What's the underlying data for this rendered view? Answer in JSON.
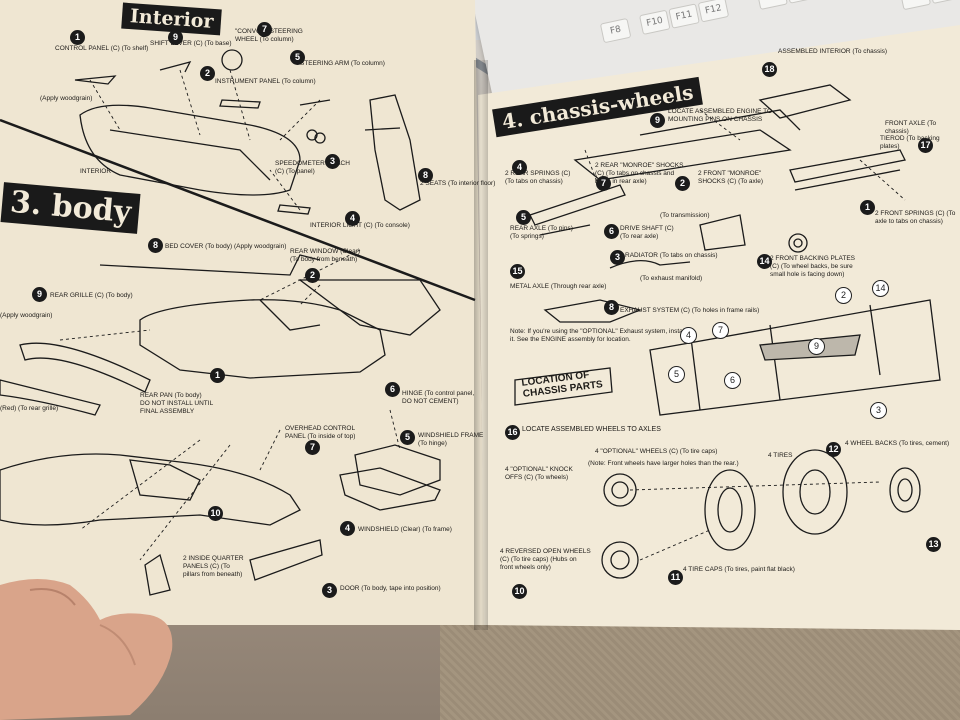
{
  "keyboard": {
    "keys": [
      "F8",
      "F10",
      "F11",
      "F12"
    ]
  },
  "left_page": {
    "section_interior": "Interior",
    "section_body": "3. body",
    "labels": {
      "control_panel": "CONTROL PANEL (C) (To shelf)",
      "shift_lever": "SHIFT LEVER (C) (To base)",
      "convoy_wheel": "\"CONVOY\" STEERING\nWHEEL (To column)",
      "instrument_panel": "INSTRUMENT PANEL (To column)",
      "steering_arm": "STEERING ARM (To column)",
      "apply_woodgrain": "(Apply woodgrain)",
      "interior": "INTERIOR",
      "speedometer": "SPEEDOMETER & TACH\n(C) (To panel)",
      "seats": "2 SEATS (To interior floor)",
      "interior_light": "INTERIOR LIGHT (C) (To console)",
      "bed_cover": "BED COVER (To body) (Apply woodgrain)",
      "rear_window": "REAR WINDOW (Clear)\n(To body from beneath)",
      "rear_grille": "REAR GRILLE (C) (To body)",
      "apply_woodgrain_2": "(Apply woodgrain)",
      "rear_pan": "REAR PAN (To body)\nDO NOT INSTALL UNTIL\nFINAL ASSEMBLY",
      "red_to_grille": "(Red) (To rear grille)",
      "hinge": "HINGE (To control panel,\nDO NOT CEMENT)",
      "overhead_panel": "OVERHEAD CONTROL\nPANEL (To inside of top)",
      "windshield_frame": "WINDSHIELD FRAME\n(To hinge)",
      "windshield": "WINDSHIELD (Clear) (To frame)",
      "quarter_panels": "2 INSIDE QUARTER\nPANELS (C) (To\npillars from beneath)",
      "door": "DOOR (To body, tape into position)"
    },
    "numbers": [
      "1",
      "7",
      "9",
      "2",
      "3",
      "5",
      "8",
      "4",
      "8",
      "9",
      "2",
      "1",
      "6",
      "7",
      "5",
      "4",
      "10",
      "3"
    ]
  },
  "right_page": {
    "section_chassis": "4. chassis-wheels",
    "location_title": "LOCATION OF\nCHASSIS PARTS",
    "labels": {
      "assembled_interior": "ASSEMBLED INTERIOR (To chassis)",
      "locate_engine": "LOCATE ASSEMBLED ENGINE TO\nMOUNTING PINS ON CHASSIS",
      "front_axle": "FRONT AXLE (To chassis)",
      "tierod": "TIEROD (To backing plates)",
      "rear_springs": "2 REAR SPRINGS (C)\n(To tabs on chassis)",
      "rear_monroe": "2 REAR \"MONROE\" SHOCKS\n(C) (To tabs on chassis and\nholes in rear axle)",
      "front_monroe": "2 FRONT \"MONROE\"\nSHOCKS (C) (To axle)",
      "transmission": "(To transmission)",
      "rear_axle": "REAR AXLE (To pins)\n(To springs)",
      "drive_shaft": "DRIVE SHAFT (C)\n(To rear axle)",
      "front_springs": "2 FRONT SPRINGS (C) (To\naxle to tabs on chassis)",
      "radiator": "RADIATOR (To tabs on chassis)",
      "backing_plates": "2 FRONT BACKING PLATES\n(C) (To wheel backs, be sure\nsmall hole is facing down)",
      "exhaust_manifold": "(To exhaust manifold)",
      "metal_axle": "METAL AXLE (Through rear axle)",
      "exhaust_system": "EXHAUST SYSTEM (C) (To holes in frame rails)",
      "optional_note": "Note: If you're using the \"OPTIONAL\" Exhaust system, install\nit. See the ENGINE assembly for location.",
      "locate_wheels": "LOCATE ASSEMBLED WHEELS TO AXLES",
      "optional_wheels": "4 \"OPTIONAL\" WHEELS (C) (To tire caps)",
      "front_wheel_note": "(Note: Front wheels have larger holes than the rear.)",
      "knock_offs": "4 \"OPTIONAL\" KNOCK\nOFFS (C) (To wheels)",
      "tires": "4 TIRES",
      "wheel_backs": "4 WHEEL BACKS (To tires, cement)",
      "reversed_wheels": "4 REVERSED OPEN WHEELS\n(C) (To tire caps) (Hubs on\nfront wheels only)",
      "tire_caps": "4 TIRE CAPS (To tires, paint flat black)"
    },
    "numbers": [
      "18",
      "9",
      "17",
      "7",
      "4",
      "2",
      "1",
      "5",
      "6",
      "15",
      "3",
      "14",
      "8",
      "2",
      "14",
      "5",
      "4",
      "7",
      "6",
      "9",
      "3",
      "16",
      "12",
      "10",
      "11",
      "13"
    ]
  }
}
